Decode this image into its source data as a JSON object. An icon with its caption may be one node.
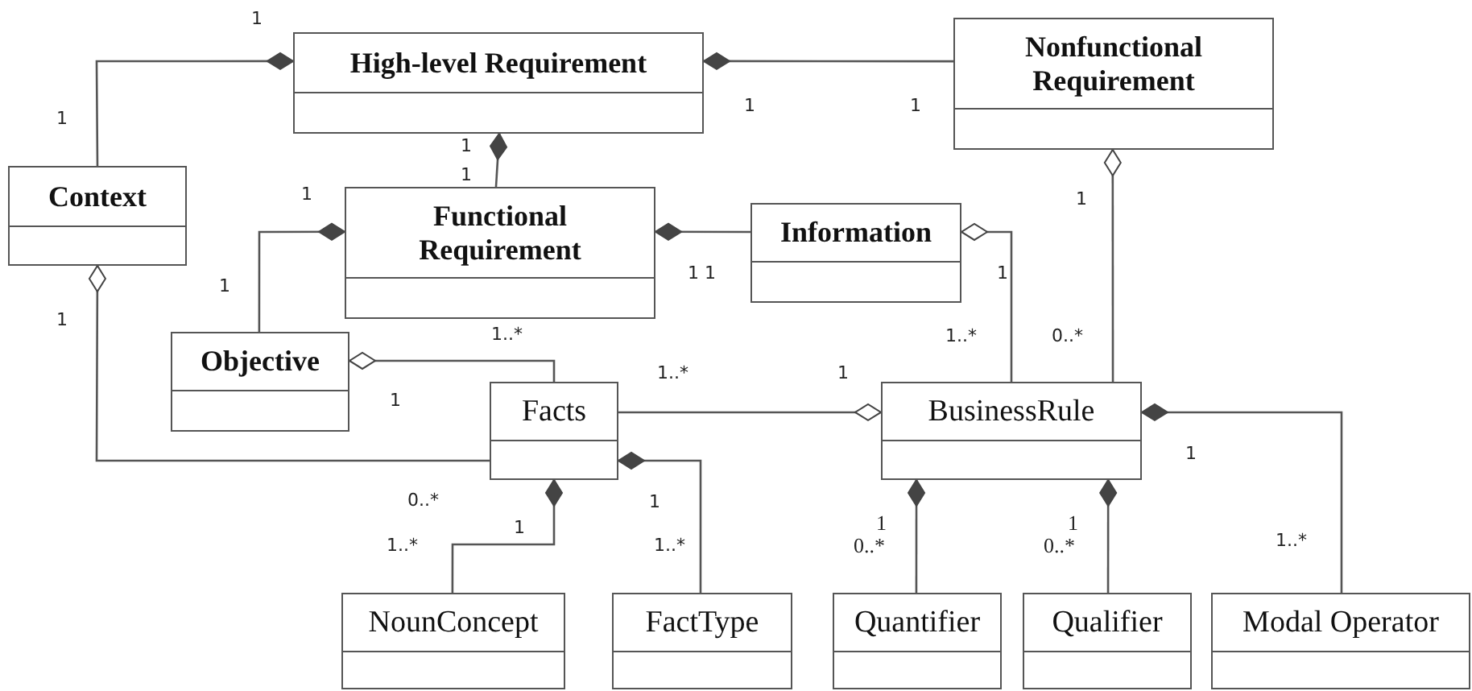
{
  "diagram": {
    "nodes": [
      {
        "text": [
          "High-level Requirement"
        ]
      },
      {
        "text": [
          "Nonfunctional Requirement"
        ]
      },
      {
        "text": [
          "Context"
        ]
      },
      {
        "text": [
          "Functional Requirement"
        ]
      },
      {
        "text": [
          "Information"
        ]
      },
      {
        "text": [
          "Objective"
        ]
      },
      {
        "text": [
          "Facts"
        ]
      },
      {
        "text": [
          "BusinessRule"
        ]
      },
      {
        "text": [
          "NounConcept"
        ]
      },
      {
        "text": [
          "FactType"
        ]
      },
      {
        "text": [
          "Quantifier"
        ]
      },
      {
        "text": [
          "Qualifier"
        ]
      },
      {
        "text": [
          "Modal Operator"
        ]
      }
    ],
    "edges": [
      {
        "from": 2,
        "to": 0,
        "arrow": "other"
      },
      {
        "from": 1,
        "to": 0,
        "arrow": "other"
      },
      {
        "from": 3,
        "to": 0,
        "arrow": "other"
      },
      {
        "from": 5,
        "to": 3,
        "arrow": "other"
      },
      {
        "from": 4,
        "to": 3,
        "arrow": "other"
      },
      {
        "from": 7,
        "to": 4,
        "arrow": "other"
      },
      {
        "from": 7,
        "to": 1,
        "arrow": "other"
      },
      {
        "from": 6,
        "to": 5,
        "arrow": "other"
      },
      {
        "from": 6,
        "to": 2,
        "arrow": "other"
      },
      {
        "from": 6,
        "to": 7,
        "arrow": "other"
      },
      {
        "from": 8,
        "to": 6,
        "arrow": "other"
      },
      {
        "from": 9,
        "to": 6,
        "arrow": "other"
      },
      {
        "from": 10,
        "to": 7,
        "arrow": "other"
      },
      {
        "from": 11,
        "to": 7,
        "arrow": "other"
      },
      {
        "from": 12,
        "to": 7,
        "arrow": "other"
      }
    ],
    "labels": [
      "1",
      "1",
      "1",
      "1",
      "1",
      "1",
      "1",
      "1",
      "1 1",
      "1",
      "1",
      "1..*",
      "0..*",
      "1",
      "1..*",
      "1..*",
      "1",
      "1",
      "0..*",
      "1",
      "1",
      "1..*",
      "1..*",
      "1",
      "0..*",
      "1",
      "0..*",
      "1",
      "1..*"
    ]
  }
}
